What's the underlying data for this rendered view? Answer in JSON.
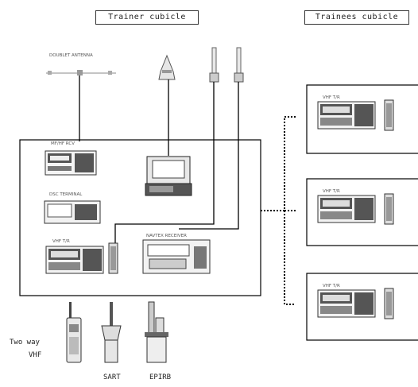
{
  "headers": {
    "trainer": "Trainer cubicle",
    "trainees": "Trainees cubicle"
  },
  "equipment": {
    "antenna": "DOUBLET ANTENNA",
    "mfhf": "MF/HF RCV",
    "dsc": "DSC TERMINAL",
    "vhf": "VHF T/R",
    "navtex": "NAVTEX RECEIVER"
  },
  "trainee_units": [
    {
      "label": "VHF T/R"
    },
    {
      "label": "VHF T/R"
    },
    {
      "label": "VHF T/R"
    }
  ],
  "portable": {
    "two_way_line1": "Two way",
    "two_way_line2": "VHF",
    "sart": "SART",
    "epirb": "EPIRB"
  }
}
